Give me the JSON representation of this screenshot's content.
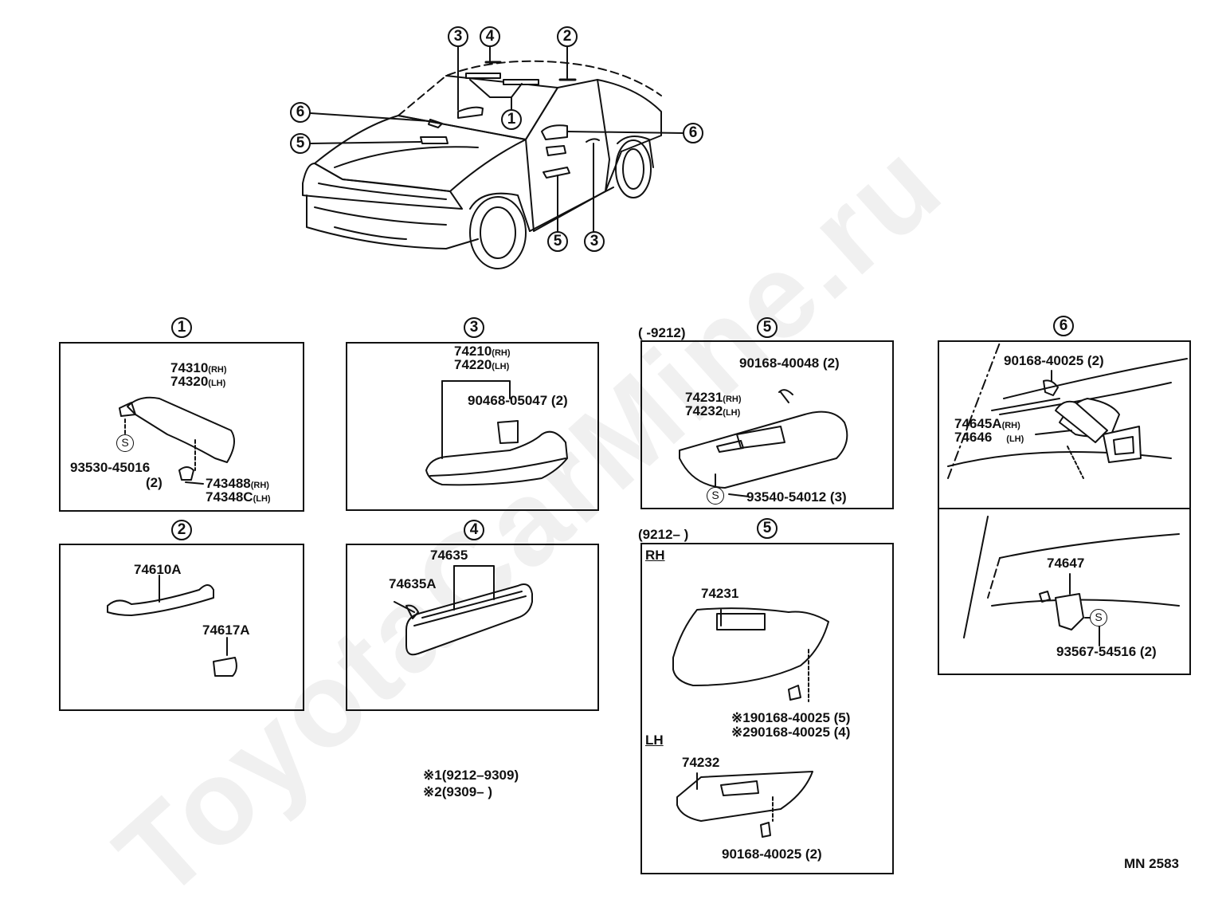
{
  "watermark": "ToyotaCarMine.ru",
  "diagram_code": "MN 2583",
  "legend": {
    "line1_mark": "※1",
    "line1_text": "(9212–9309)",
    "line2_mark": "※2",
    "line2_text": "(9309–        )"
  },
  "car_callouts": {
    "c1": "1",
    "c2": "2",
    "c3_top": "3",
    "c3_bottom": "3",
    "c4": "4",
    "c5_left": "5",
    "c5_bottom": "5",
    "c6_left": "6",
    "c6_right": "6"
  },
  "panel1": {
    "index": "1",
    "part_rh": "74310",
    "rh_tag": "(RH)",
    "part_lh": "74320",
    "lh_tag": "(LH)",
    "s_mark": "S",
    "screw": "93530-45016",
    "screw_qty": "(2)",
    "clip_rh": "743488",
    "clip_rh_tag": "(RH)",
    "clip_lh": "74348C",
    "clip_lh_tag": "(LH)"
  },
  "panel2": {
    "index": "2",
    "grip": "74610A",
    "cover": "74617A"
  },
  "panel3": {
    "index": "3",
    "part_rh": "74210",
    "rh_tag": "(RH)",
    "part_lh": "74220",
    "lh_tag": "(LH)",
    "screw": "90468-05047 (2)"
  },
  "panel4": {
    "index": "4",
    "lamp": "74635",
    "sub": "74635A"
  },
  "panel5a": {
    "index": "5",
    "period": "(        -9212)",
    "screw_top": "90168-40048 (2)",
    "part_rh": "74231",
    "rh_tag": "(RH)",
    "part_lh": "74232",
    "lh_tag": "(LH)",
    "s_mark": "S",
    "screw_bottom": "93540-54012 (3)"
  },
  "panel5b": {
    "index": "5",
    "period": "(9212–        )",
    "rh_label": "RH",
    "rh_part": "74231",
    "note1_mark": "※1",
    "note1": "90168-40025 (5)",
    "note2_mark": "※2",
    "note2": "90168-40025 (4)",
    "lh_label": "LH",
    "lh_part": "74232",
    "lh_screw": "90168-40025 (2)"
  },
  "panel6": {
    "index": "6",
    "screw": "90168-40025 (2)",
    "part_rh": "74645A",
    "rh_tag": "(RH)",
    "part_lh": "74646",
    "lh_tag": "(LH)",
    "lower_part": "74647",
    "s_mark": "S",
    "lower_screw": "93567-54516 (2)"
  }
}
